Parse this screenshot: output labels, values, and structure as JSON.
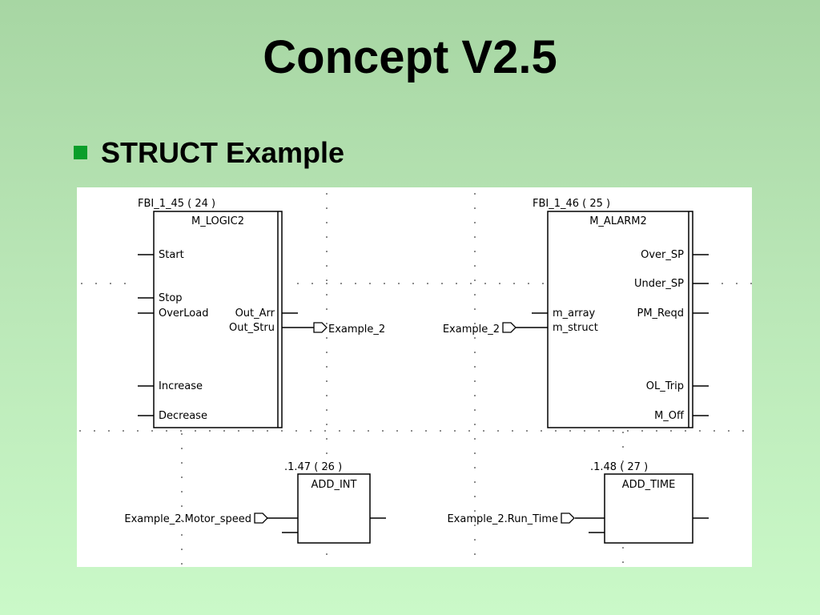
{
  "slide": {
    "title": "Concept V2.5",
    "bullet": "STRUCT Example"
  },
  "diagram": {
    "block1": {
      "instance": "FBI_1_45 ( 24 )",
      "type": "M_LOGIC2",
      "inputs": [
        "Start",
        "Stop",
        "OverLoad",
        "Increase",
        "Decrease"
      ],
      "outputs": [
        "Out_Arr",
        "Out_Stru"
      ]
    },
    "block2": {
      "instance": "FBI_1_46 ( 25 )",
      "type": "M_ALARM2",
      "inputs": [
        "m_array",
        "m_struct"
      ],
      "outputs": [
        "Over_SP",
        "Under_SP",
        "PM_Reqd",
        "OL_Trip",
        "M_Off"
      ]
    },
    "block3": {
      "instance": ".1.47 ( 26 )",
      "type": "ADD_INT"
    },
    "block4": {
      "instance": ".1.48 ( 27 )",
      "type": "ADD_TIME"
    },
    "variables": {
      "out_var": "Example_2",
      "in_var": "Example_2",
      "motor_speed": "Example_2.Motor_speed",
      "run_time": "Example_2.Run_Time"
    }
  }
}
